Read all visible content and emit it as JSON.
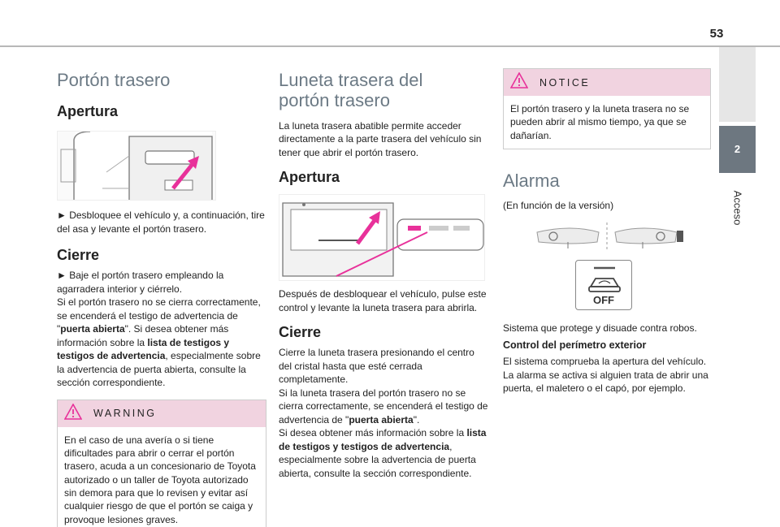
{
  "page_number": "53",
  "side_tab": {
    "number": "2",
    "label": "Acceso"
  },
  "col1": {
    "title": "Portón trasero",
    "h_open": "Apertura",
    "open_text": "► Desbloquee el vehículo y, a continuación, tire del asa y levante el portón trasero.",
    "h_close": "Cierre",
    "close_text_1": "► Baje el portón trasero empleando la agarradera interior y ciérrelo.",
    "close_text_2a": "Si el portón trasero no se cierra correctamente, se encenderá el testigo de advertencia de \"",
    "close_text_2b": "puerta abierta",
    "close_text_2c": "\". Si desea obtener más información sobre la ",
    "close_text_2d": "lista de testigos y testigos de advertencia",
    "close_text_2e": ", especialmente sobre la advertencia de puerta abierta, consulte la sección correspondiente.",
    "warning_title": "WARNING",
    "warning_text": "En el caso de una avería o si tiene dificultades para abrir o cerrar el portón trasero, acuda a un concesionario de Toyota autorizado o un taller de Toyota autorizado sin demora para que lo revisen y evitar así cualquier riesgo de que el portón se caiga y provoque lesiones graves."
  },
  "col2": {
    "title": "Luneta trasera del portón trasero",
    "intro": "La luneta trasera abatible permite acceder directamente a la parte trasera del vehículo sin tener que abrir el portón trasero.",
    "h_open": "Apertura",
    "open_text": "Después de desbloquear el vehículo, pulse este control y levante la luneta trasera para abrirla.",
    "h_close": "Cierre",
    "close_a": "Cierre la luneta trasera presionando el centro del cristal hasta que esté cerrada completamente.",
    "close_b1": "Si la luneta trasera del portón trasero no se cierra correctamente, se encenderá el testigo de advertencia de \"",
    "close_b2": "puerta abierta",
    "close_b3": "\".",
    "close_c1": "Si desea obtener más información sobre la ",
    "close_c2": "lista de testigos y testigos de advertencia",
    "close_c3": ", especialmente sobre la advertencia de puerta abierta, consulte la sección correspondiente."
  },
  "col3": {
    "notice_title": "NOTICE",
    "notice_text": "El portón trasero y la luneta trasera no se pueden abrir al mismo tiempo, ya que se dañarían.",
    "title": "Alarma",
    "version": "(En función de la versión)",
    "off_label": "OFF",
    "system_text": "Sistema que protege y disuade contra robos.",
    "h_perimeter": "Control del perímetro exterior",
    "perimeter_text": "El sistema comprueba la apertura del vehículo. La alarma se activa si alguien trata de abrir una puerta, el maletero o el capó, por ejemplo."
  },
  "colors": {
    "accent_pink": "#e8319a",
    "tab_grey": "#6d7780",
    "heading_grey": "#6c7a85",
    "box_pink": "#f1d3e0"
  }
}
